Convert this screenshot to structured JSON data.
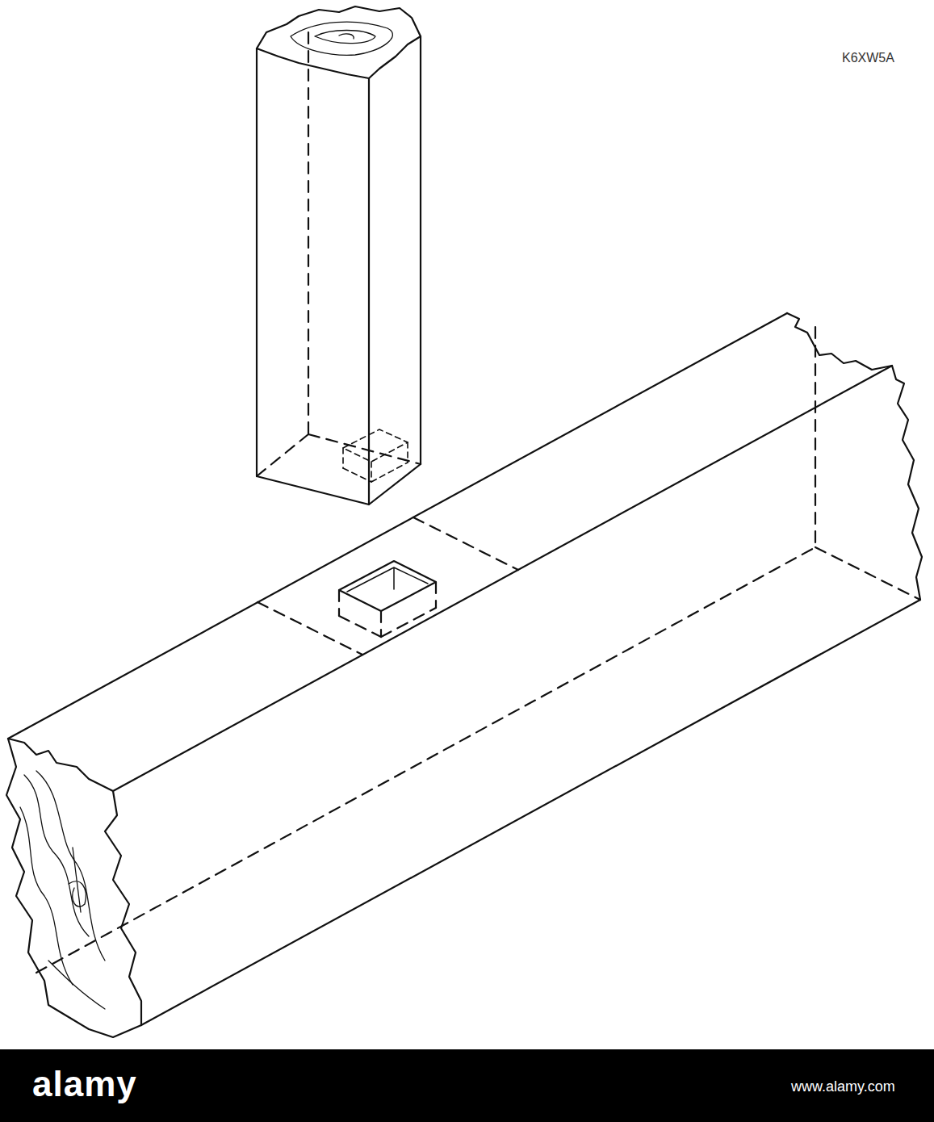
{
  "diagram": {
    "labels": [
      "K6XW5A",
      "alamy",
      "www.alamy.com"
    ]
  }
}
